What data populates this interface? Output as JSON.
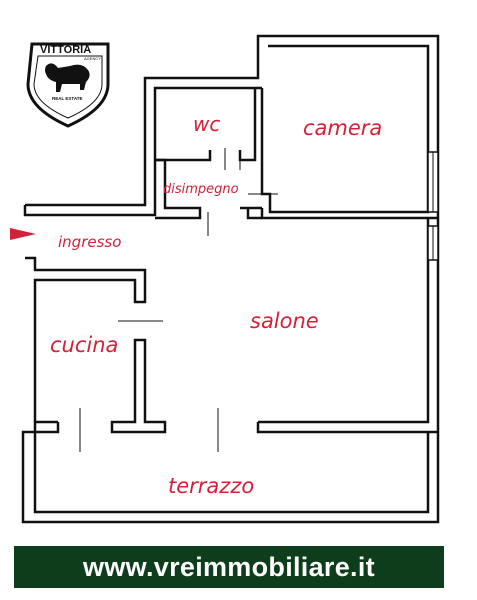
{
  "logo": {
    "brand_text": "VITTORIA",
    "sub_text": "AGENCY",
    "caption": "REAL ESTATE"
  },
  "rooms": {
    "wc": "wc",
    "camera": "camera",
    "disimpegno": "disimpegno",
    "ingresso": "ingresso",
    "salone": "salone",
    "cucina": "cucina",
    "terrazzo": "terrazzo"
  },
  "banner": {
    "url": "www.vreimmobiliare.it"
  },
  "colors": {
    "label": "#d4213a",
    "arrow": "#d4213a",
    "banner_bg": "#0e3d1c",
    "wall": "#111111"
  }
}
